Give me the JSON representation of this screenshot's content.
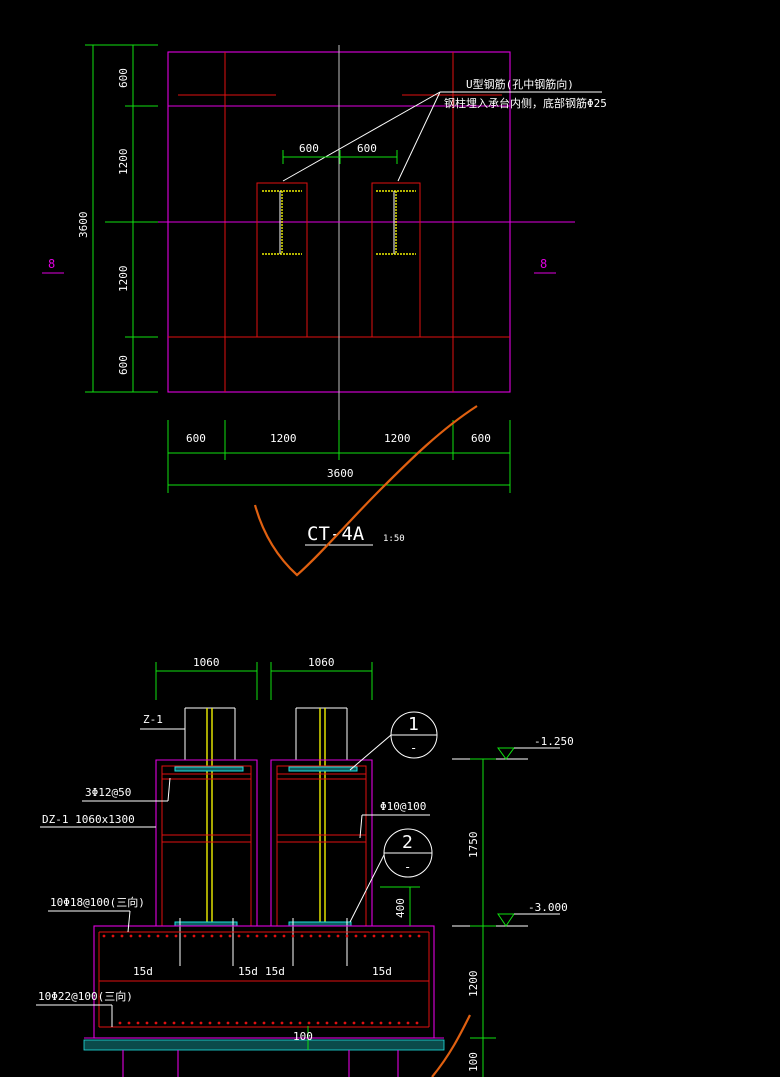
{
  "plan": {
    "vdims": [
      "600",
      "1200",
      "1200",
      "600"
    ],
    "vdim_total": "3600",
    "hdims": [
      "600",
      "1200",
      "1200",
      "600"
    ],
    "hdim_total": "3600",
    "inner_dims": [
      "600",
      "600"
    ],
    "section_mark_left": "8",
    "section_mark_right": "8",
    "note_line1": "U型钢筋(孔中钢筋向)",
    "note_line2": "钢柱埋入承台内侧，底部钢筋Φ25",
    "title": "CT-4A",
    "scale": "1:50"
  },
  "section": {
    "top_dims": [
      "1060",
      "1060"
    ],
    "label_column": "Z-1",
    "label_stirrup": "3Φ12@50",
    "label_pier": "DZ-1 1060x1300",
    "label_top_rebar": "10Φ18@100(三向)",
    "label_bottom_rebar": "10Φ22@100(三向)",
    "label_tie": "Φ10@100",
    "anchor_labels": [
      "15d",
      "15d",
      "15d",
      "15d"
    ],
    "detail_markers": [
      {
        "num": "1",
        "sub": "-"
      },
      {
        "num": "2",
        "sub": "-"
      }
    ],
    "elev_top": "-1.250",
    "elev_mid": "-3.000",
    "right_dims": [
      "1750",
      "1200",
      "100"
    ],
    "inner_dims": [
      "400",
      "100"
    ]
  },
  "colors": {
    "background": "#000000",
    "outline": "#e000e0",
    "rebar": "#e01010",
    "dimension": "#10e010",
    "steel": "#f0f000",
    "annotation": "#e06010"
  }
}
